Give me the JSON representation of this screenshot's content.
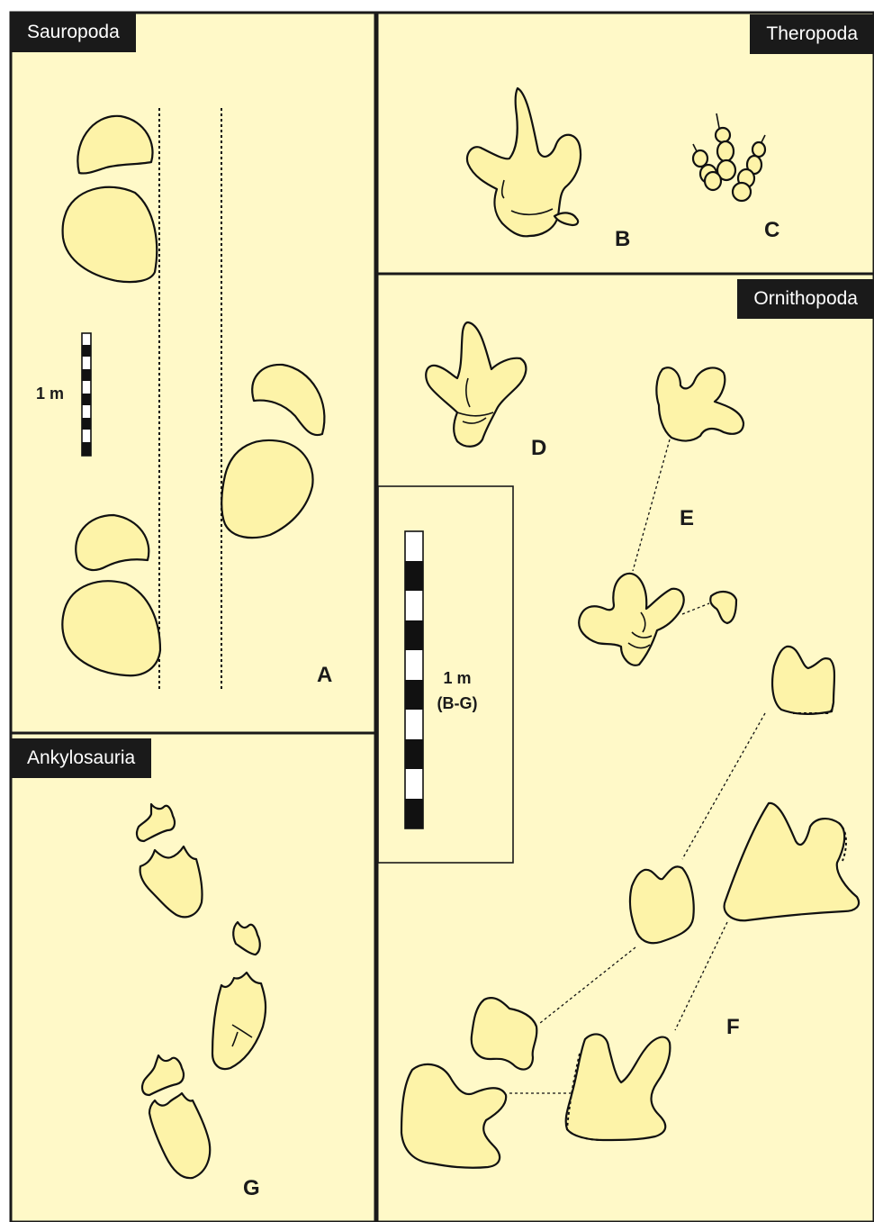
{
  "panels": {
    "sauropoda": {
      "title": "Sauropoda",
      "letter": "A",
      "scale_label": "1 m"
    },
    "theropoda": {
      "title": "Theropoda",
      "letters": [
        "B",
        "C"
      ]
    },
    "ornithopoda": {
      "title": "Ornithopoda",
      "letters": [
        "D",
        "E",
        "F"
      ]
    },
    "ankylosauria": {
      "title": "Ankylosauria",
      "letter": "G"
    },
    "scale_bar": {
      "line1": "1 m",
      "line2": "(B-G)"
    }
  },
  "colors": {
    "panel_background": "#fff9c8",
    "footprint_fill": "#fdf3a8",
    "outline": "#111111",
    "label_background": "#1a1a1a",
    "label_text": "#ffffff"
  }
}
